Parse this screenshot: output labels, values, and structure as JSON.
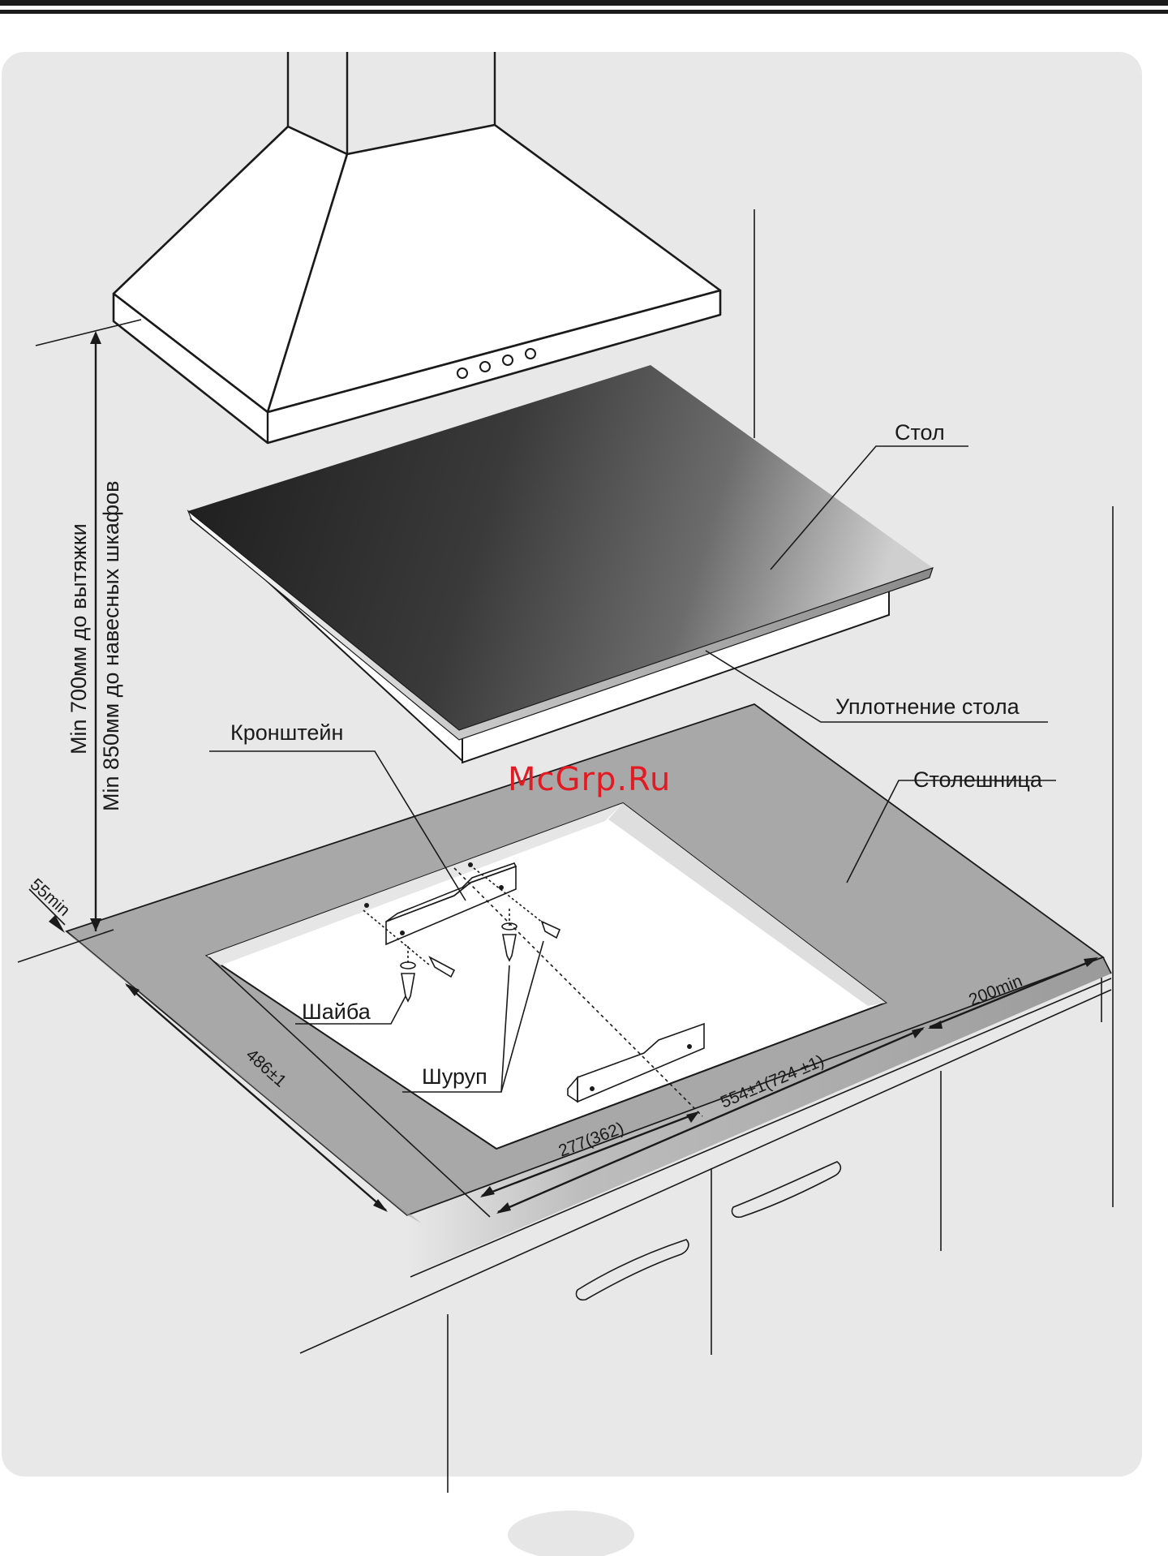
{
  "labels": {
    "stol": "Стол",
    "uplotnenie": "Уплотнение стола",
    "kronshtein": "Кронштейн",
    "stoleshnitsa": "Столешница",
    "shaiba": "Шайба",
    "shurup": "Шуруп"
  },
  "vertical": {
    "line1": "Min 700мм до вытяжки",
    "line2": "Min 850мм до навесных шкафов"
  },
  "dimensions": {
    "d55": "55min",
    "d486": "486±1",
    "d277": "277(362)",
    "d554": "554±1(724 ±1)",
    "d200": "200min"
  },
  "watermark": "McGrp.Ru",
  "colors": {
    "panel": "#e8e8e8",
    "countertop": "#a8a8a8",
    "watermark": "#e21b22"
  }
}
